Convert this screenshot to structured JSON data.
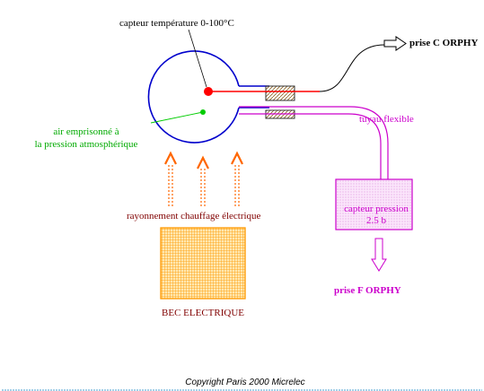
{
  "labels": {
    "temp_sensor": "capteur température 0-100°C",
    "output_c": "prise C ORPHY",
    "trapped_air_line1": "air emprisonné à",
    "trapped_air_line2": "la pression atmosphérique",
    "flex_tube": "tuyau flexible",
    "radiation": "rayonnement chauffage électrique",
    "pressure_sensor_line1": "capteur pression",
    "pressure_sensor_line2": "2.5 b",
    "output_f": "prise F ORPHY",
    "burner": "BEC ELECTRIQUE"
  },
  "footer": {
    "copyright": "Copyright Paris 2000 Micrelec"
  },
  "colors": {
    "flask": "#0000cc",
    "temp_probe": "#ff0000",
    "air_dot": "#00cc00",
    "air_text": "#00aa00",
    "tube": "#cc00cc",
    "heat_arrows": "#ff6600",
    "burner": "#ff9900",
    "dark_red_text": "#800000",
    "footer_line": "#4aa0d0"
  }
}
